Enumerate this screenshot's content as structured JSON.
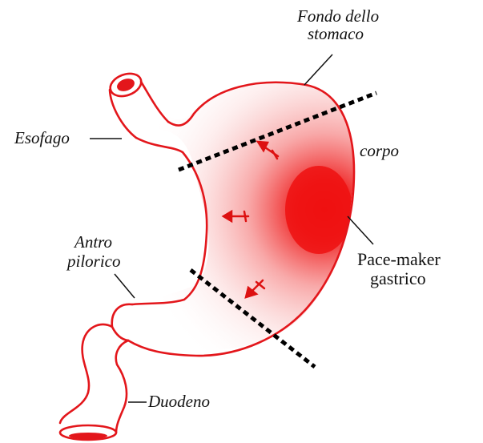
{
  "labels": {
    "fundus": [
      "Fondo dello",
      "stomaco"
    ],
    "esophagus": "Esofago",
    "body": "corpo",
    "antrum": [
      "Antro",
      "pilorico"
    ],
    "pacemaker": [
      "Pace-maker",
      "gastrico"
    ],
    "duodenum": "Duodeno"
  },
  "colors": {
    "outline": "#e3161b",
    "pacemaker_fill": "#ee1111",
    "divider": "#000000",
    "leader": "#111111"
  }
}
